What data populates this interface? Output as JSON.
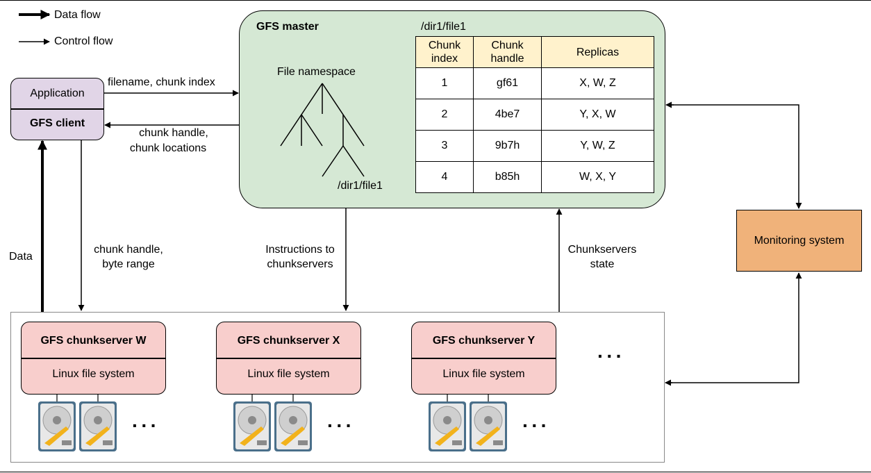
{
  "legend": {
    "data_flow": "Data flow",
    "control_flow": "Control flow"
  },
  "master": {
    "title": "GFS master",
    "namespace_label": "File namespace",
    "file_label": "/dir1/file1",
    "table_title": "/dir1/file1",
    "table_headers": [
      "Chunk index",
      "Chunk handle",
      "Replicas"
    ],
    "table_rows": [
      [
        "1",
        "gf61",
        "X, W, Z"
      ],
      [
        "2",
        "4be7",
        "Y, X, W"
      ],
      [
        "3",
        "9b7h",
        "Y, W, Z"
      ],
      [
        "4",
        "b85h",
        "W, X, Y"
      ]
    ]
  },
  "client": {
    "application": "Application",
    "gfs_client": "GFS client"
  },
  "edges": {
    "filename_chunk_index": "filename, chunk index",
    "chunk_handle_locations": [
      "chunk handle,",
      "chunk locations"
    ],
    "data": "Data",
    "chunk_handle_byte_range": [
      "chunk handle,",
      "byte range"
    ],
    "instructions": [
      "Instructions to",
      "chunkservers"
    ],
    "chunkservers_state": [
      "Chunkservers",
      "state"
    ]
  },
  "monitoring": "Monitoring system",
  "chunkservers": [
    {
      "title": "GFS chunkserver W",
      "fs": "Linux file system"
    },
    {
      "title": "GFS chunkserver X",
      "fs": "Linux file system"
    },
    {
      "title": "GFS chunkserver Y",
      "fs": "Linux file system"
    }
  ],
  "ellipsis": "···",
  "colors": {
    "master_fill": "#d5e8d4",
    "client_fill": "#e1d5e7",
    "chunkserver_fill": "#f8cecc",
    "monitoring_fill": "#f0b27a",
    "table_header_fill": "#fff2cc",
    "disk_body": "#4a6f8a"
  }
}
